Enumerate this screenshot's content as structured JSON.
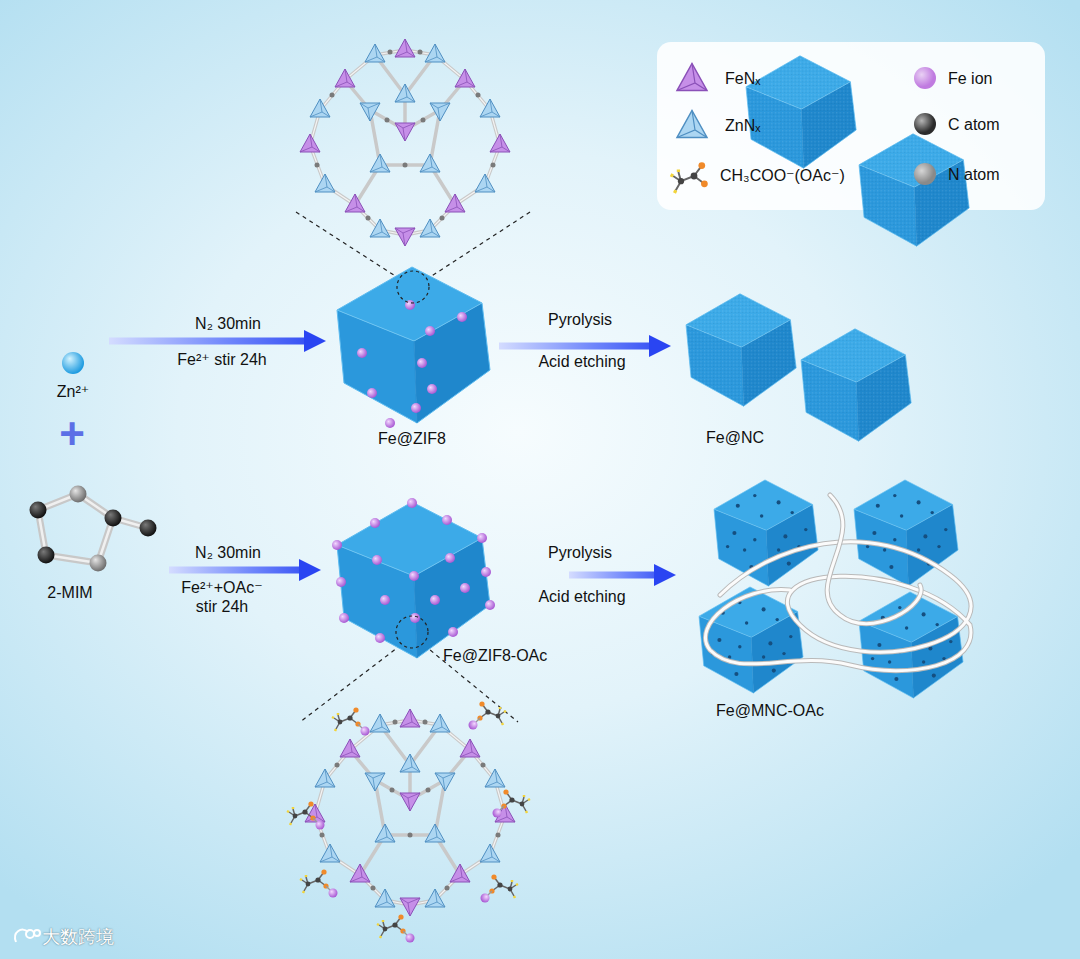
{
  "diagram": {
    "nodes": [
      {
        "text": [
          "Zn²⁺"
        ]
      },
      {
        "text": [
          "2-MIM"
        ]
      },
      {
        "text": [
          "Fe@ZIF8"
        ]
      },
      {
        "text": [
          "Fe@ZIF8-OAc"
        ]
      },
      {
        "text": [
          "Fe@NC"
        ]
      },
      {
        "text": [
          "Fe@MNC-OAc"
        ]
      }
    ],
    "edges": [
      {
        "from": 0,
        "to": 2,
        "arrow": "to",
        "label": "N₂ 30min"
      },
      {
        "from": 1,
        "to": 3,
        "arrow": "to",
        "label": "N₂ 30min"
      },
      {
        "from": 2,
        "to": 4,
        "arrow": "to",
        "label": "Pyrolysis"
      },
      {
        "from": 3,
        "to": 5,
        "arrow": "to",
        "label": "Pyrolysis"
      }
    ],
    "labels": [
      "+",
      "Fe²⁺ stir 24h",
      "Fe²⁺+OAc⁻ stir 24h",
      "Acid etching",
      "Acid etching",
      "大数跨境"
    ],
    "legend": [
      {
        "text": "FeNₓ"
      },
      {
        "text": "ZnNₓ"
      },
      {
        "text": "CH₃COO⁻(OAc⁻)"
      },
      {
        "text": "Fe ion",
        "color": "#c07be0"
      },
      {
        "text": "C atom",
        "color": "#2b2b2b"
      },
      {
        "text": "N atom",
        "color": "#8a8a8a"
      }
    ]
  }
}
